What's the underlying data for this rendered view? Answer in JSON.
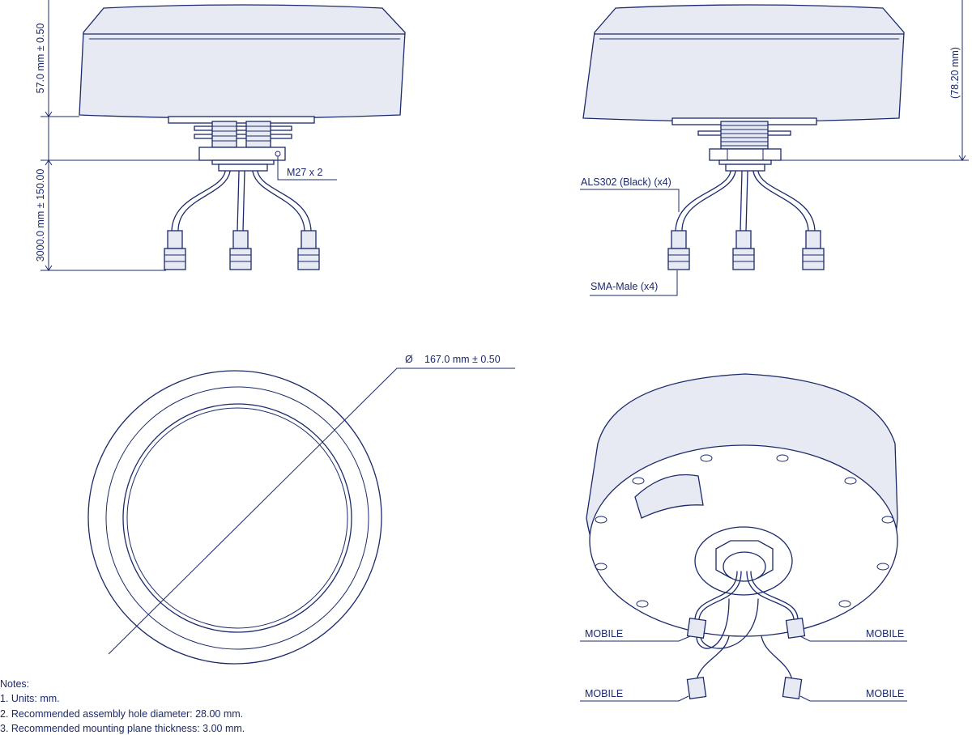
{
  "dimensions": {
    "height": "57.0 mm ± 0.50",
    "cable_length": "3000.0 mm ± 150.00",
    "total_height": "(78.20 mm)",
    "diameter": "167.0 mm ± 0.50",
    "diameter_symbol": "Ø"
  },
  "callouts": {
    "thread": "M27 x 2",
    "cable": "ALS302 (Black) (x4)",
    "connector": "SMA-Male (x4)",
    "port_top_left": "MOBILE",
    "port_top_right": "MOBILE",
    "port_bottom_left": "MOBILE",
    "port_bottom_right": "MOBILE"
  },
  "notes": {
    "heading": "Notes:",
    "items": [
      "1. Units: mm.",
      "2. Recommended assembly hole diameter: 28.00 mm.",
      "3. Recommended mounting plane thickness: 3.00 mm."
    ]
  },
  "colors": {
    "line": "#1b2a6b",
    "fill": "#e7eaf3"
  }
}
